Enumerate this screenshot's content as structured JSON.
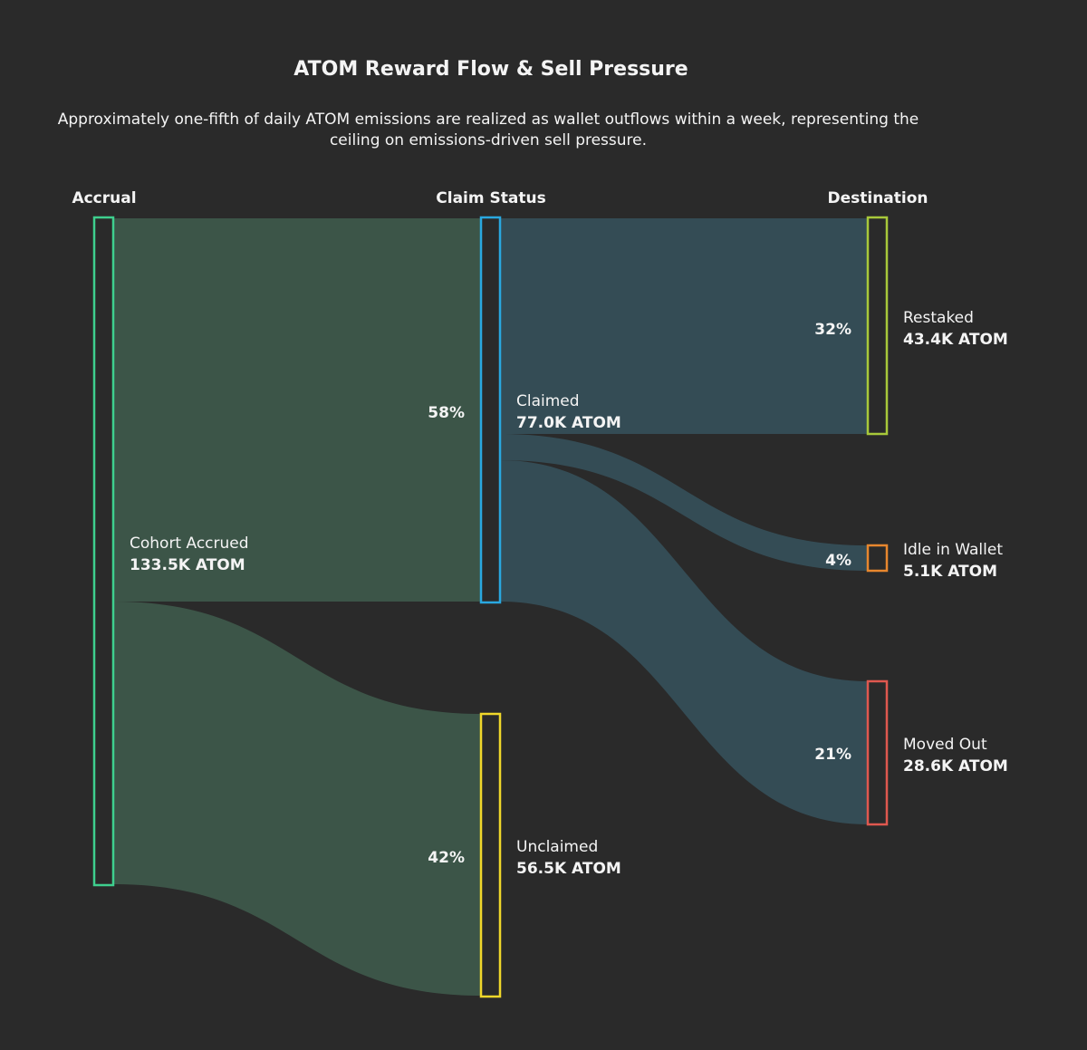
{
  "title": "ATOM Reward Flow & Sell Pressure",
  "subtitle": {
    "line1": "Approximately one-fifth of daily ATOM emissions are realized as wallet outflows within a week, representing the",
    "line2": "ceiling on emissions-driven sell pressure."
  },
  "columns": {
    "accrual": "Accrual",
    "claim_status": "Claim Status",
    "destination": "Destination"
  },
  "colors": {
    "background": "#2a2a2a",
    "flow_accrual": "#3c5548",
    "flow_claimed": "#344c55",
    "cohort_accrued": "#3ecf8e",
    "claimed": "#29a8e0",
    "unclaimed": "#f0d72a",
    "restaked": "#a8c93a",
    "idle_in_wallet": "#e8872e",
    "moved_out": "#e0584f"
  },
  "nodes": {
    "cohort_accrued": {
      "name": "Cohort Accrued",
      "value": "133.5K ATOM"
    },
    "claimed": {
      "name": "Claimed",
      "value": "77.0K ATOM"
    },
    "unclaimed": {
      "name": "Unclaimed",
      "value": "56.5K ATOM"
    },
    "restaked": {
      "name": "Restaked",
      "value": "43.4K ATOM"
    },
    "idle_in_wallet": {
      "name": "Idle in Wallet",
      "value": "5.1K ATOM"
    },
    "moved_out": {
      "name": "Moved Out",
      "value": "28.6K ATOM"
    }
  },
  "chart_data": {
    "type": "sankey",
    "unit": "ATOM",
    "nodes": [
      {
        "id": "cohort_accrued",
        "label": "Cohort Accrued",
        "value": 133500,
        "column": "Accrual"
      },
      {
        "id": "claimed",
        "label": "Claimed",
        "value": 77000,
        "column": "Claim Status"
      },
      {
        "id": "unclaimed",
        "label": "Unclaimed",
        "value": 56500,
        "column": "Claim Status"
      },
      {
        "id": "restaked",
        "label": "Restaked",
        "value": 43400,
        "column": "Destination"
      },
      {
        "id": "idle_in_wallet",
        "label": "Idle in Wallet",
        "value": 5100,
        "column": "Destination"
      },
      {
        "id": "moved_out",
        "label": "Moved Out",
        "value": 28600,
        "column": "Destination"
      }
    ],
    "links": [
      {
        "source": "cohort_accrued",
        "target": "claimed",
        "value": 77000,
        "percent_label": "58%"
      },
      {
        "source": "cohort_accrued",
        "target": "unclaimed",
        "value": 56500,
        "percent_label": "42%"
      },
      {
        "source": "claimed",
        "target": "restaked",
        "value": 43400,
        "percent_label": "32%"
      },
      {
        "source": "claimed",
        "target": "idle_in_wallet",
        "value": 5100,
        "percent_label": "4%"
      },
      {
        "source": "claimed",
        "target": "moved_out",
        "value": 28600,
        "percent_label": "21%"
      }
    ]
  }
}
